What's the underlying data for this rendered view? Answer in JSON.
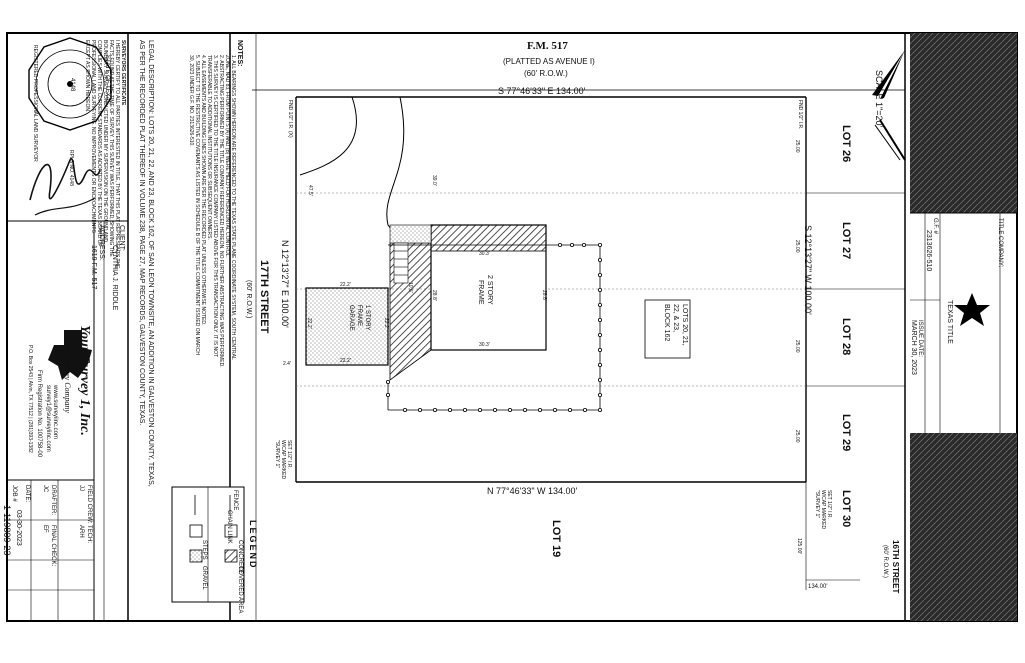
{
  "plat": {
    "road_top": {
      "name": "F.M. 517",
      "sub": "(PLATTED AS AVENUE I)",
      "row": "(60' R.O.W.)"
    },
    "north_bearing": "S 77°46'33\" E 134.00'",
    "south_bearing": "N 77°46'33\" W 134.00'",
    "east_bearing": "S 12°13'27\" W 100.00'",
    "west_bearing": "N 12°13'27\" E 100.00'",
    "street_west": {
      "name": "17TH STREET",
      "row": "(60' R.O.W.)"
    },
    "street_east": {
      "name": "16TH STREET",
      "row": "(60' R.O.W.)"
    },
    "scale": "SCALE 1\"=20'",
    "lots_east": [
      "LOT 26",
      "LOT 27",
      "LOT 28",
      "LOT 29",
      "LOT 30"
    ],
    "lot_south": "LOT 19",
    "lots_box": [
      "LOTS 20, 21,",
      "22, & 23,",
      "BLOCK 162"
    ],
    "house_label": [
      "2 STORY",
      "FRAME"
    ],
    "garage_label": [
      "1 STORY",
      "FRAME",
      "GARAGE"
    ],
    "dims": {
      "house_w": "30.3'",
      "house_w2": "30.3'",
      "house_h": "28.8'",
      "house_h2": "28.8'",
      "garage_w": "22.2'",
      "garage_w2": "22.2'",
      "garage_h": "22.2'",
      "garage_h2": "22.2'",
      "setback_n": "39.0'",
      "setback_w": "47.5'",
      "side": "2.4'",
      "d25a": "25.00",
      "d25b": "25.00",
      "d25c": "25.00",
      "d25d": "25.00",
      "d125": "125.00'",
      "d134": "134.00'",
      "d10": "10.6'"
    },
    "monuments": {
      "nw": "FND 1/2\" I.R. (X)",
      "ne": "FND 1/2\" I.R.",
      "se": "SET 1/2\" I.R. W/CAP MARKED \"SURVEY 1\"",
      "sw": "SET 1/2\" I.R. W/CAP MARKED \"SURVEY 1\""
    },
    "legal": [
      "LEGAL DESCRIPTION: LOTS 20, 21, 22, AND 23, BLOCK 162, OF SAN LEON TOWNSITE, AN ADDITION IN GALVESTON COUNTY, TEXAS,",
      "AS PER THE RECORDED PLAT THEREOF IN VOLUME 238, PAGE 27, MAP RECORDS, GALVESTON COUNTY, TEXAS."
    ]
  },
  "title_block": {
    "title_company_label": "TITLE COMPANY:",
    "title_company": "TEXAS TITLE",
    "gf_label": "G.F. #",
    "gf": "2313626-510",
    "issue_label": "ISSUE DATE:",
    "issue": "MARCH 30, 2023",
    "client_label": "CLIENT:",
    "client": "CYNTHIA J. RIDDLE",
    "address_label": "ADDRESS:",
    "address": "1619 F.M. 517",
    "company": "Your Survey 1, Inc.",
    "company_sub": "Land Survey Company",
    "web": "www.surveyiinc.com",
    "email": "survey1@surveyiinc.com",
    "firm": "Firm Registration No. 100758-00",
    "po": "P.O. Box 2543 | Alvin, TX 77512 | (281)393-1382",
    "field_crew_label": "FIELD CREW:",
    "field_crew": "JJ",
    "tech_label": "TECH:",
    "tech": "ARH",
    "drafter_label": "DRAFTER:",
    "drafter": "JC",
    "final_label": "FINAL CHECK:",
    "final": "EF",
    "date_label": "DATE:",
    "date": "03-30-2023",
    "job_label": "JOB #",
    "job": "1-119809-23"
  },
  "legend": {
    "title": "LEGEND",
    "items": [
      "FENCE",
      "CHAIN LINK",
      "STEPS",
      "CONCRETE",
      "GRAVEL",
      "COVERED AREA"
    ]
  },
  "seal": {
    "state": "STATE OF TEXAS",
    "reg": "REGISTERED PROFESSIONAL LAND SURVEYOR",
    "num": "4148"
  },
  "notes": {
    "title": "NOTES:",
    "lines": [
      "1. ALL BEARINGS SHOWN HEREON ARE REFERENCED TO THE TEXAS STATE PLANE COORDINATE SYSTEM, SOUTH CENTRAL",
      "ZONE, NAD 83, FROM POINTS (A) AND (B) WERE HELD FOR HORIZONTAL CONTROL.",
      "2. ABSTRACTING PERFORMED BY THE TITLE COMPANY REFERENCED HEREON. NO FURTHER ABSTRACTING WAS PERFORMED.",
      "3. THIS SURVEY IS CERTIFIED TO THE TITLE INSURANCE COMPANY LISTED ABOVE FOR THIS TRANSACTION ONLY. IT IS NOT",
      "TRANSFERABLE TO ADDITIONAL INSTITUTIONS OR SUBSEQUENT OWNERS.",
      "4. ALL EASEMENTS AND BUILDING LINES SHOWN ARE PER THE RECORDED PLAT UNLESS OTHERWISE NOTED.",
      "5. SUBJECT TO THE RESTRICTIVE COVENANTS AS LISTED IN SCHEDULE B OF THE TITLE COMMITMENT ISSUED ON MARCH",
      "30, 2023 UNDER G.F. NO. 2313626-510."
    ],
    "cert_title": "SURVEYORS CERTIFICATE",
    "cert": [
      "I HEREBY CERTIFY TO ALL PARTIES INTERESTED IN TITLE, THAT THIS PLAT REPRESENTS THE",
      "FACTS FOUND AT THE TIME OF SURVEY. THIS SURVEY WAS PERFORMED, SHOWING THE",
      "BOUNDARY SURVEY CONDUCTED UNDER MY SUPERVISION ON THE GROUND AND",
      "COMPLIES WITH THE CURRENT STANDARDS AS ADOPTED BY THE TEXAS BOARD OF",
      "PROFESSIONAL LAND SURVEYING. NO IMPROVEMENTS OR ENCROACHMENTS",
      "EXCEPT AS SHOWN HEREON."
    ],
    "signer": "RPLS NO. 4148"
  }
}
